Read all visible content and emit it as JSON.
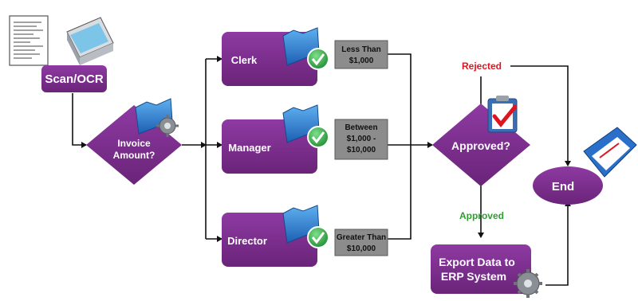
{
  "steps": {
    "scan": "Scan/OCR",
    "invoice_line1": "Invoice",
    "invoice_line2": "Amount?",
    "clerk": "Clerk",
    "manager": "Manager",
    "director": "Director",
    "approved_q": "Approved?",
    "export_line1": "Export Data to",
    "export_line2": "ERP System",
    "end": "End"
  },
  "conditions": {
    "less_line1": "Less Than",
    "less_line2": "$1,000",
    "between_line1": "Between",
    "between_line2": "$1,000 -",
    "between_line3": "$10,000",
    "greater_line1": "Greater Than",
    "greater_line2": "$10,000"
  },
  "branches": {
    "rejected": "Rejected",
    "approved": "Approved"
  },
  "colors": {
    "node_purple": "#7b2d8e",
    "condition_gray": "#8c8c8c",
    "connector": "#111111",
    "rejected_red": "#e0141e",
    "approved_green": "#2ea02e",
    "folder_blue": "#2a78cc",
    "check_green": "#33a84a"
  },
  "icons": [
    "document-icon",
    "scanner-icon",
    "folder-gear-icon",
    "folder-check-icon",
    "clipboard-check-icon",
    "book-icon",
    "gear-icon"
  ]
}
